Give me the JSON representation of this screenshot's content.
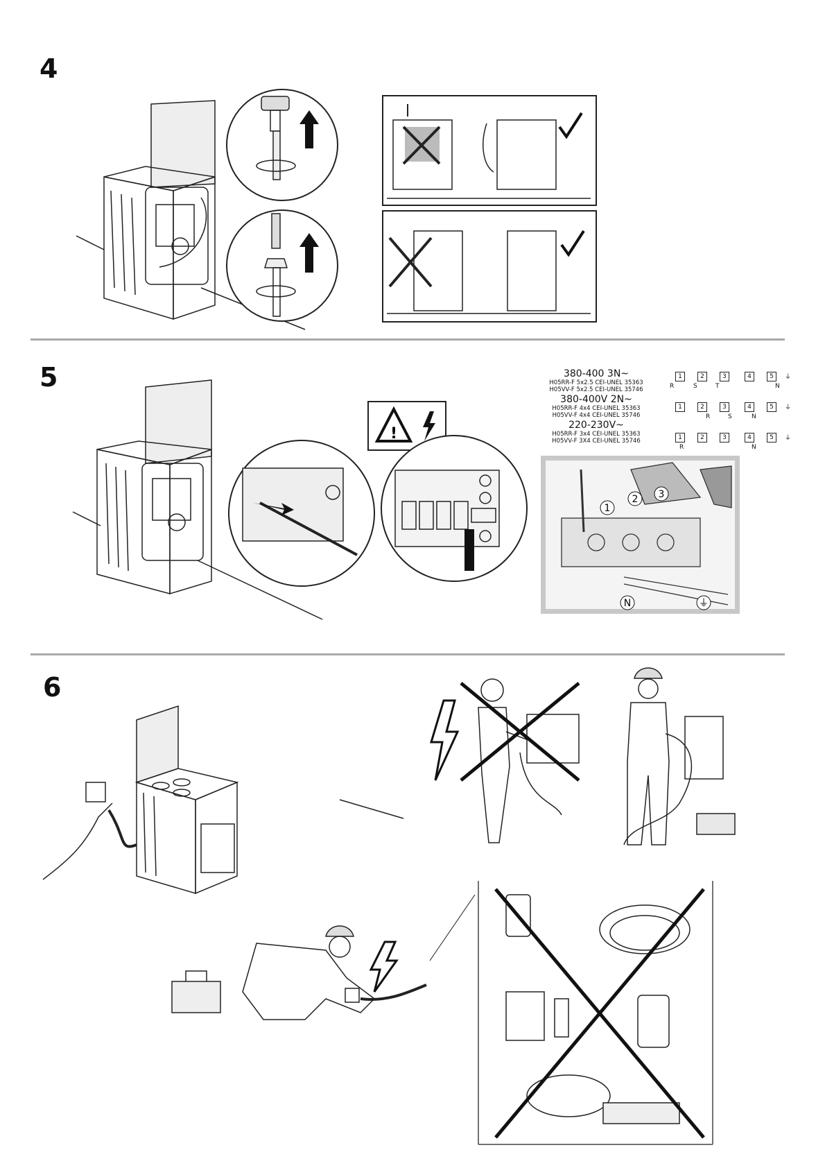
{
  "steps": [
    {
      "number": "4"
    },
    {
      "number": "5"
    },
    {
      "number": "6"
    }
  ],
  "wiring": {
    "configs": [
      {
        "voltage": "380-400 3N~",
        "cable1": "H05RR-F 5x2.5 CEI-UNEL 35363",
        "cable2": "H05VV-F 5x2.5 CEI-UNEL 35746"
      },
      {
        "voltage": "380-400V 2N~",
        "cable1": "H05RR-F 4x4 CEI-UNEL 35363",
        "cable2": "H05VV-F 4x4 CEI-UNEL 35746"
      },
      {
        "voltage": "220-230V~",
        "cable1": "H05RR-F 3x4 CEI-UNEL 35363",
        "cable2": "H05VV-F 3X4 CEI-UNEL 35746"
      }
    ],
    "terminal_numbers": [
      "1",
      "2",
      "3",
      "4",
      "5"
    ],
    "rows": [
      {
        "labels": [
          "R",
          "S",
          "T",
          "N"
        ]
      },
      {
        "labels": [
          "R",
          "S",
          "N"
        ]
      },
      {
        "labels": [
          "R",
          "N"
        ]
      }
    ],
    "earth_symbol": "⏚"
  },
  "terminal_closeup": {
    "callouts": [
      "1",
      "2",
      "3"
    ],
    "neutral": "N",
    "earth": "⏚"
  },
  "icons": {
    "warning": "warning-triangle-icon",
    "electric": "lightning-icon",
    "ok": "checkmark-icon",
    "forbidden": "cross-icon"
  }
}
